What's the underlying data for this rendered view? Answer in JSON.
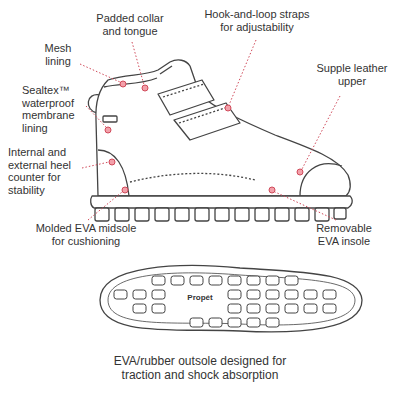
{
  "diagram": {
    "labels": [
      "Padded collar and tongue",
      "Hook-and-loop straps for adjustability",
      "Mesh lining",
      "Supple leather upper",
      "Sealtex™ waterproof membrane lining",
      "Internal and external heel counter for stability",
      "Molded EVA midsole for cushioning",
      "Removable EVA insole",
      "Propét",
      "EVA/rubber outsole designed for traction and shock absorption"
    ]
  }
}
